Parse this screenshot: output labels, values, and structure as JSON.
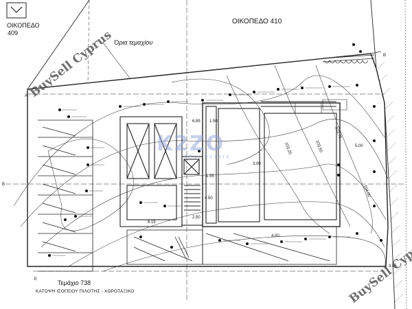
{
  "labels": {
    "plot_top": "ΟΙΚΟΠΕΔΟ 410",
    "plot_left": "ΟΙΚΟΠΕΔΟ",
    "plot_left_number": "409",
    "plot_boundary": "Όρια τεμαχίου",
    "parcel": "Τεμάχιο 738",
    "plan_title": "ΚΑΤΟΨΗ ΙΣΟΓΕΙΟΥ ΠΙΛΟΤΗΣ - ΧΩΡΟΤΑΞΙΚΟ"
  },
  "watermarks": {
    "brand": "BuySell Cyprus",
    "center": "K2ZO",
    "center_sub": "REAL ESTATE"
  },
  "dimensions": [
    "6.85",
    "1.50",
    "5.00",
    "1.55",
    "4.50",
    "2.50",
    "3.00",
    "8.15",
    "3.05",
    "4.00"
  ],
  "contours": [
    "103.25",
    "103.50",
    "103.75",
    "104.00"
  ],
  "colors": {
    "ink": "#111111",
    "watermark": "#555555",
    "center_watermark": "#8fa3d8"
  }
}
